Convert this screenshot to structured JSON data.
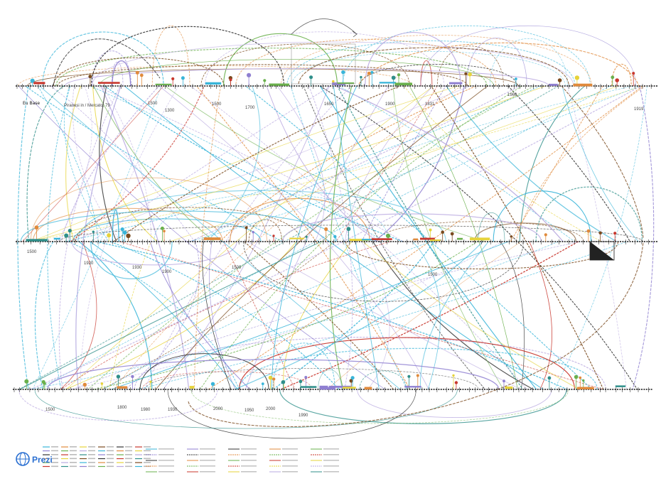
{
  "brand": {
    "name": "Prezi",
    "icon": "prezi-globe-icon",
    "color": "#2a6fd1"
  },
  "timelines": [
    {
      "id": "top",
      "labels": [
        {
          "text": "Eu Base"
        },
        {
          "text": "Piranesi in / Mercato, 79"
        },
        {
          "text": "1500"
        },
        {
          "text": "1300"
        },
        {
          "text": "1500"
        },
        {
          "text": "1700"
        },
        {
          "text": "1650"
        },
        {
          "text": "1900"
        },
        {
          "text": "1831"
        },
        {
          "text": "1960"
        },
        {
          "text": "1919"
        }
      ]
    },
    {
      "id": "middle",
      "labels": [
        {
          "text": "1500"
        },
        {
          "text": "1920"
        },
        {
          "text": "1930"
        },
        {
          "text": "1900"
        },
        {
          "text": "1500"
        },
        {
          "text": "1500"
        }
      ]
    },
    {
      "id": "bottom",
      "labels": [
        {
          "text": "1500"
        },
        {
          "text": "1800"
        },
        {
          "text": "1980"
        },
        {
          "text": "1930"
        },
        {
          "text": "2000"
        },
        {
          "text": "1950"
        },
        {
          "text": "2000"
        },
        {
          "text": "1990"
        }
      ]
    }
  ],
  "colors": {
    "cyan": "#39b5d9",
    "teal": "#2f8f8a",
    "purple": "#8f7fd1",
    "lavender": "#b9a9e0",
    "orange": "#e08a3c",
    "brown": "#7a4a1e",
    "red": "#c8372d",
    "green": "#6ab04c",
    "yellow": "#e6d33a",
    "dark": "#333333"
  }
}
